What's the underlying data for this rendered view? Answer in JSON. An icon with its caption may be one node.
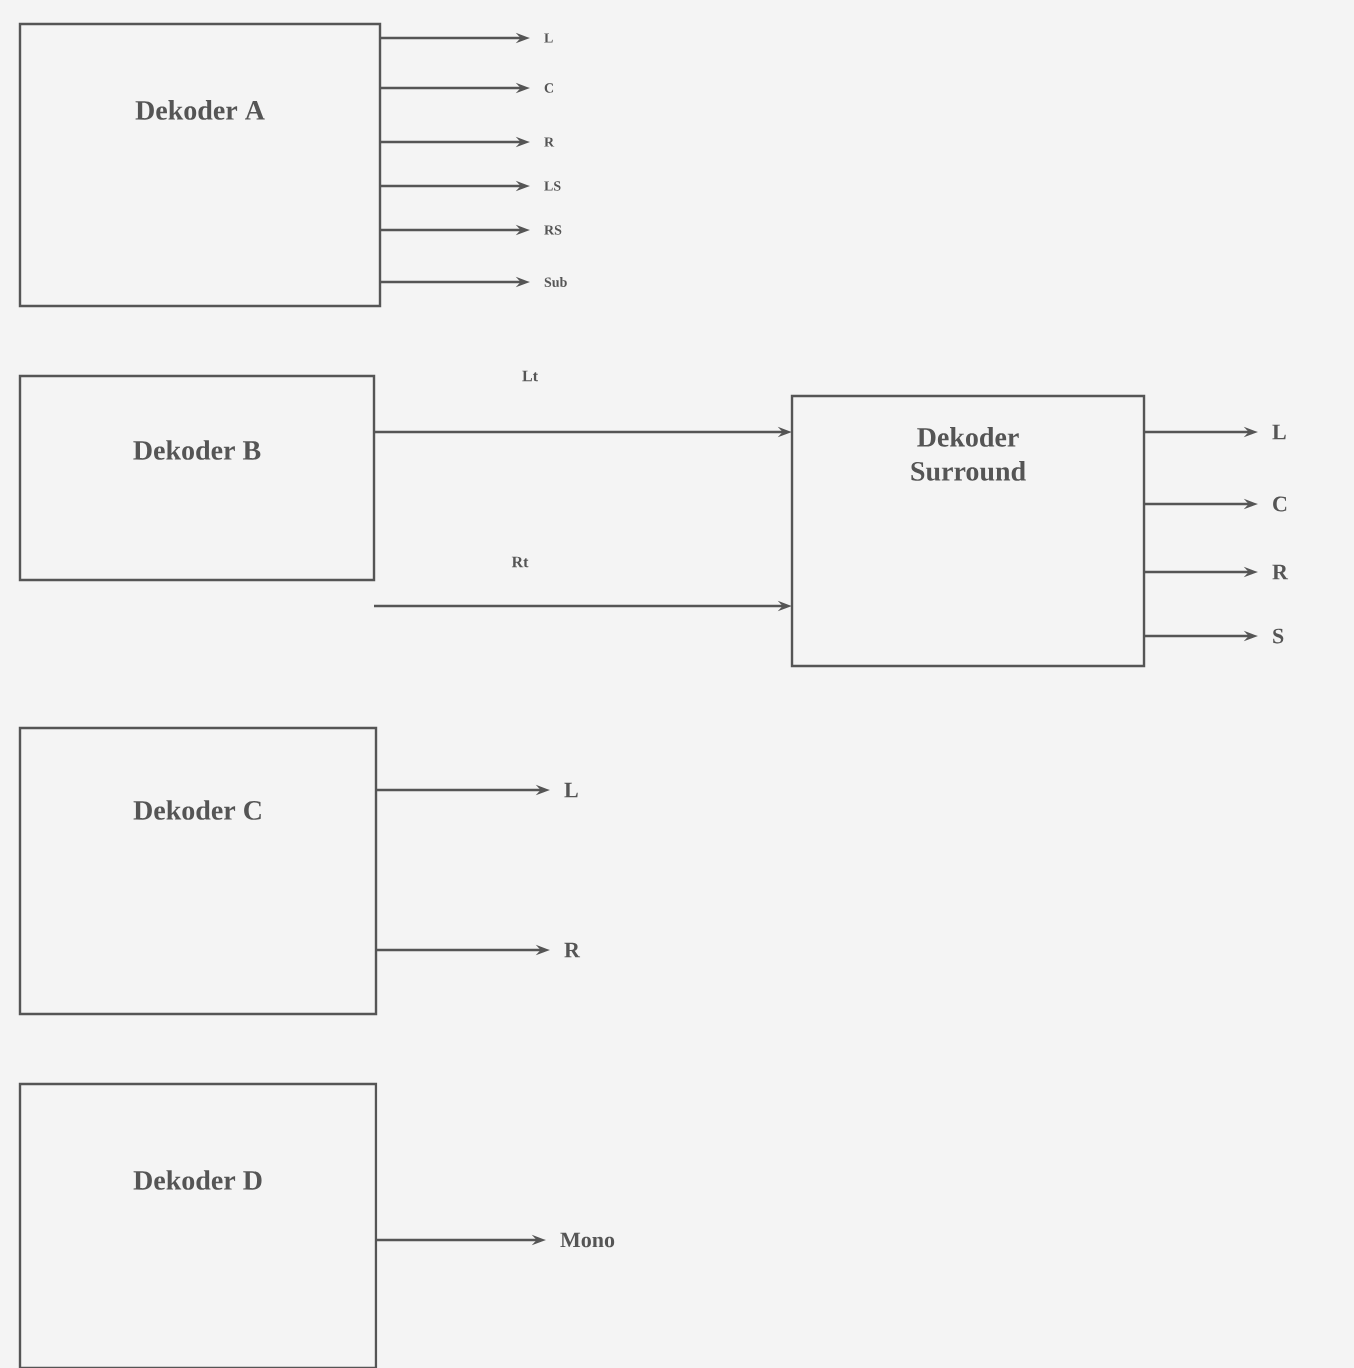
{
  "diagram": {
    "nodes": [
      {
        "text": [
          "Dekoder A"
        ]
      },
      {
        "text": [
          "L"
        ]
      },
      {
        "text": [
          "C"
        ]
      },
      {
        "text": [
          "R"
        ]
      },
      {
        "text": [
          "LS"
        ]
      },
      {
        "text": [
          "RS"
        ]
      },
      {
        "text": [
          "Sub"
        ]
      },
      {
        "text": [
          "Dekoder B"
        ]
      },
      {
        "text": [
          "Dekoder Surround"
        ]
      },
      {
        "text": [
          "L"
        ]
      },
      {
        "text": [
          "C"
        ]
      },
      {
        "text": [
          "R"
        ]
      },
      {
        "text": [
          "S"
        ]
      },
      {
        "text": [
          "Dekoder C"
        ]
      },
      {
        "text": [
          "L"
        ]
      },
      {
        "text": [
          "R"
        ]
      },
      {
        "text": [
          "Dekoder D"
        ]
      },
      {
        "text": [
          "Mono"
        ]
      }
    ],
    "edges": [
      {
        "from": 0,
        "to": 1,
        "arrow": "to"
      },
      {
        "from": 0,
        "to": 2,
        "arrow": "to"
      },
      {
        "from": 0,
        "to": 3,
        "arrow": "to"
      },
      {
        "from": 0,
        "to": 4,
        "arrow": "to"
      },
      {
        "from": 0,
        "to": 5,
        "arrow": "to"
      },
      {
        "from": 0,
        "to": 6,
        "arrow": "to"
      },
      {
        "from": 7,
        "to": 8,
        "arrow": "to",
        "label": "Lt"
      },
      {
        "from": 7,
        "to": 8,
        "arrow": "to",
        "label": "Rt"
      },
      {
        "from": 8,
        "to": 9,
        "arrow": "to"
      },
      {
        "from": 8,
        "to": 10,
        "arrow": "to"
      },
      {
        "from": 8,
        "to": 11,
        "arrow": "to"
      },
      {
        "from": 8,
        "to": 12,
        "arrow": "to"
      },
      {
        "from": 13,
        "to": 14,
        "arrow": "to"
      },
      {
        "from": 13,
        "to": 15,
        "arrow": "to"
      },
      {
        "from": 16,
        "to": 17,
        "arrow": "to"
      }
    ]
  }
}
